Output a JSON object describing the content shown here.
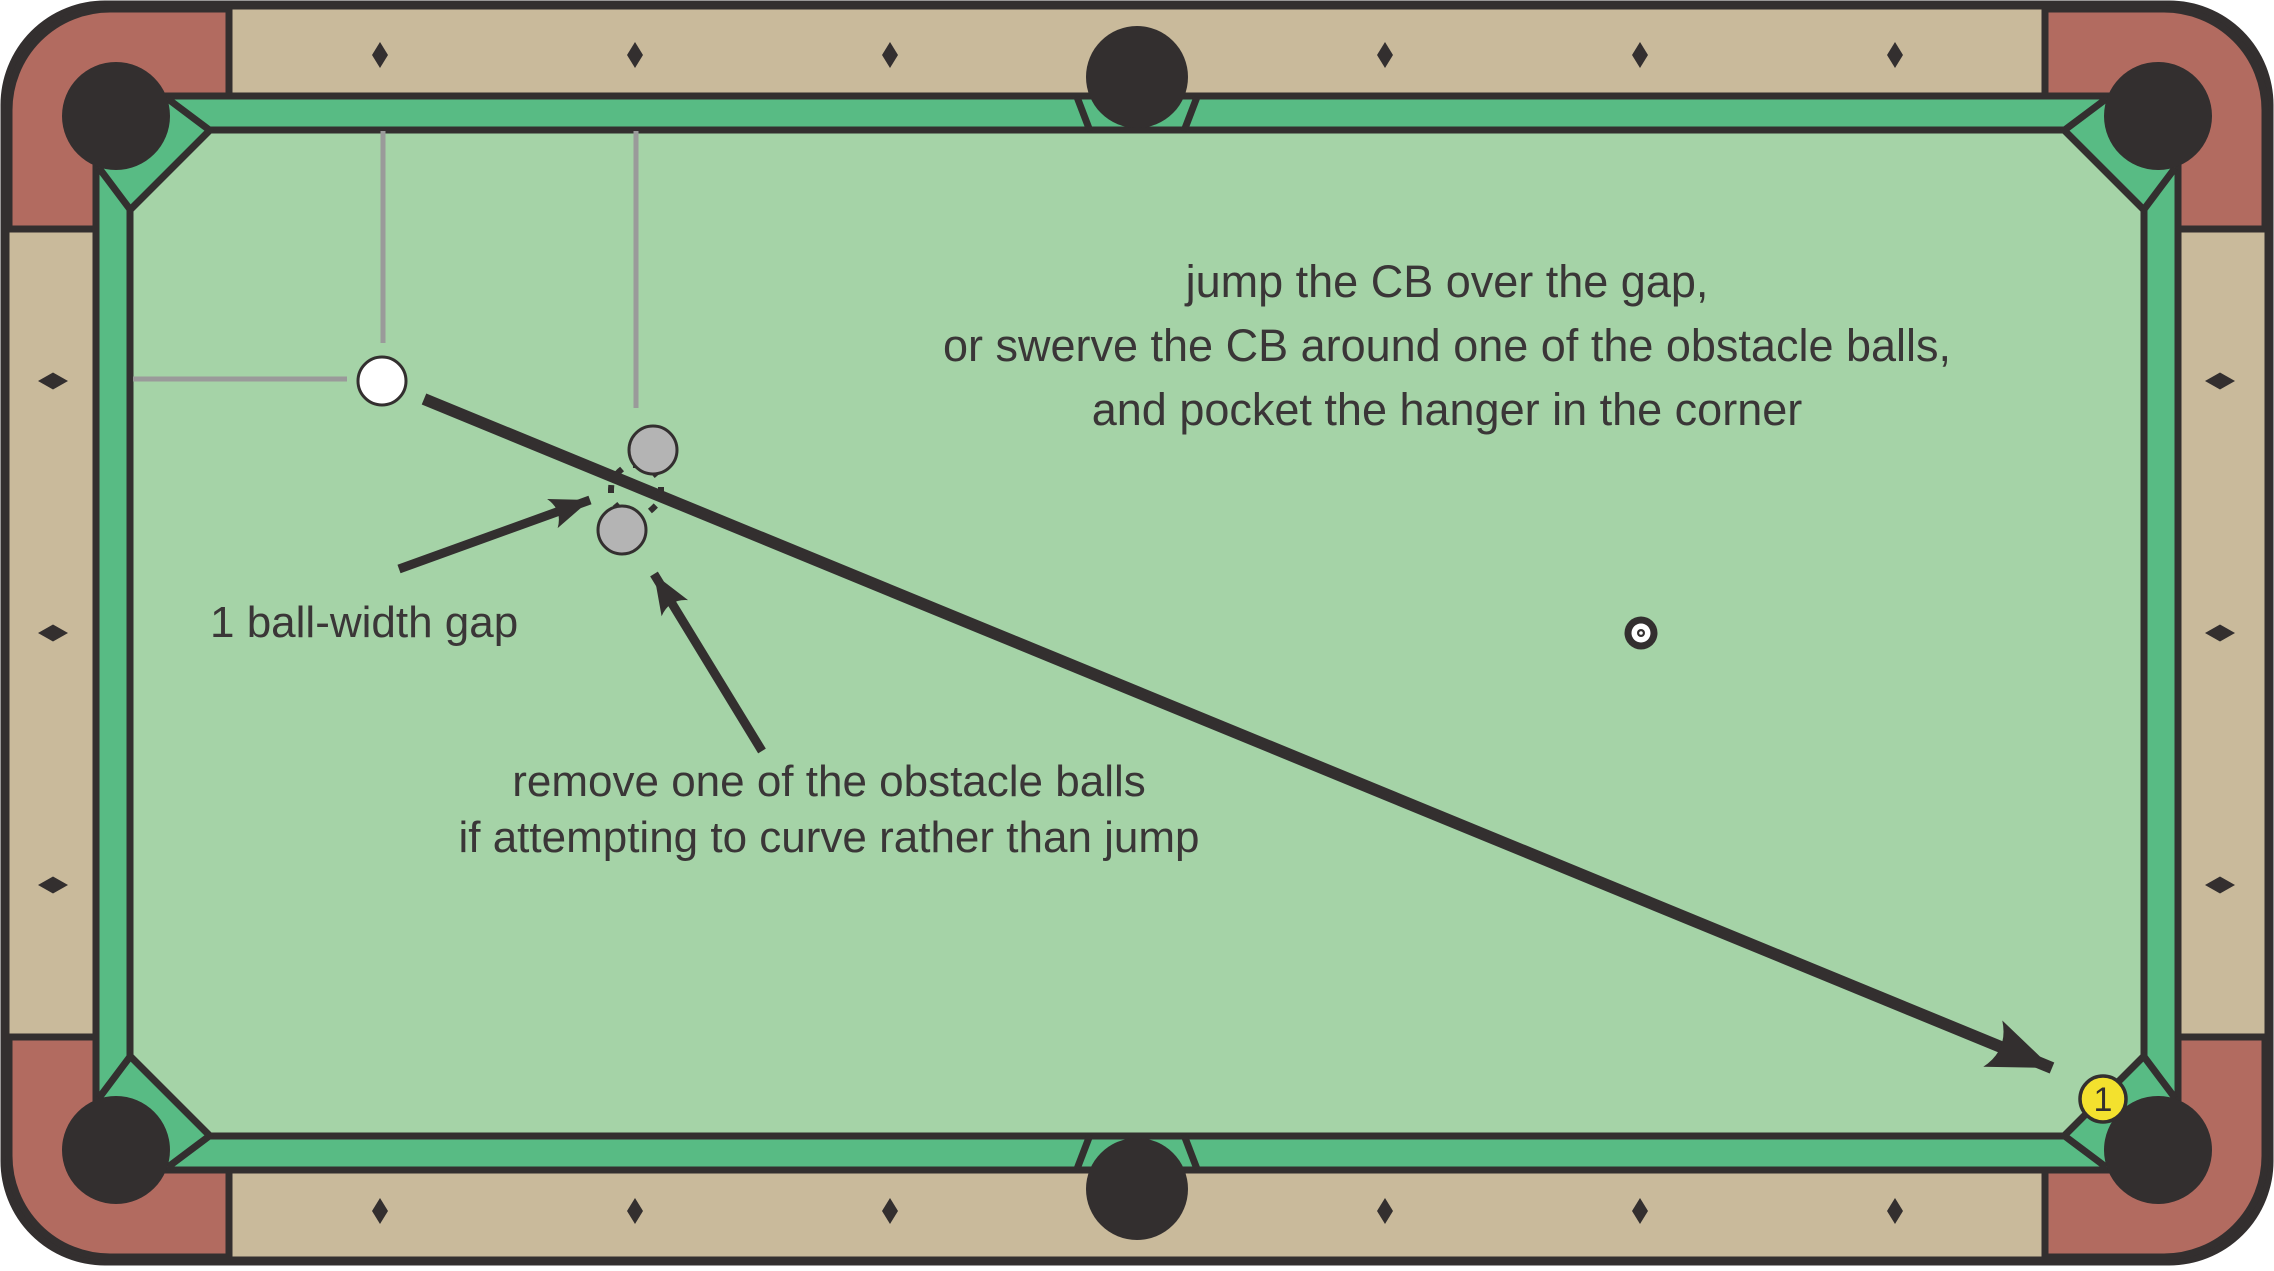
{
  "annotation_main": {
    "line1": "jump the CB over the gap,",
    "line2": "or swerve the CB around one of the obstacle balls,",
    "line3": "and pocket the hanger in the corner"
  },
  "label_gap": "1 ball-width gap",
  "label_remove": {
    "line1": "remove one of the obstacle balls",
    "line2": "if attempting to curve rather than jump"
  },
  "balls": {
    "one": {
      "number": "1"
    }
  },
  "colors": {
    "rail_wood": "#c9ba9b",
    "corner_red": "#b26b60",
    "cushion_green": "#58bb84",
    "felt_green": "#a5d3a7",
    "dark": "#332f2f",
    "reference_gray": "#9a9a9a",
    "obstacle_gray": "#b4b4b4",
    "ball_yellow": "#f3e12e",
    "ball_white": "#ffffff",
    "text": "#3a3637"
  }
}
